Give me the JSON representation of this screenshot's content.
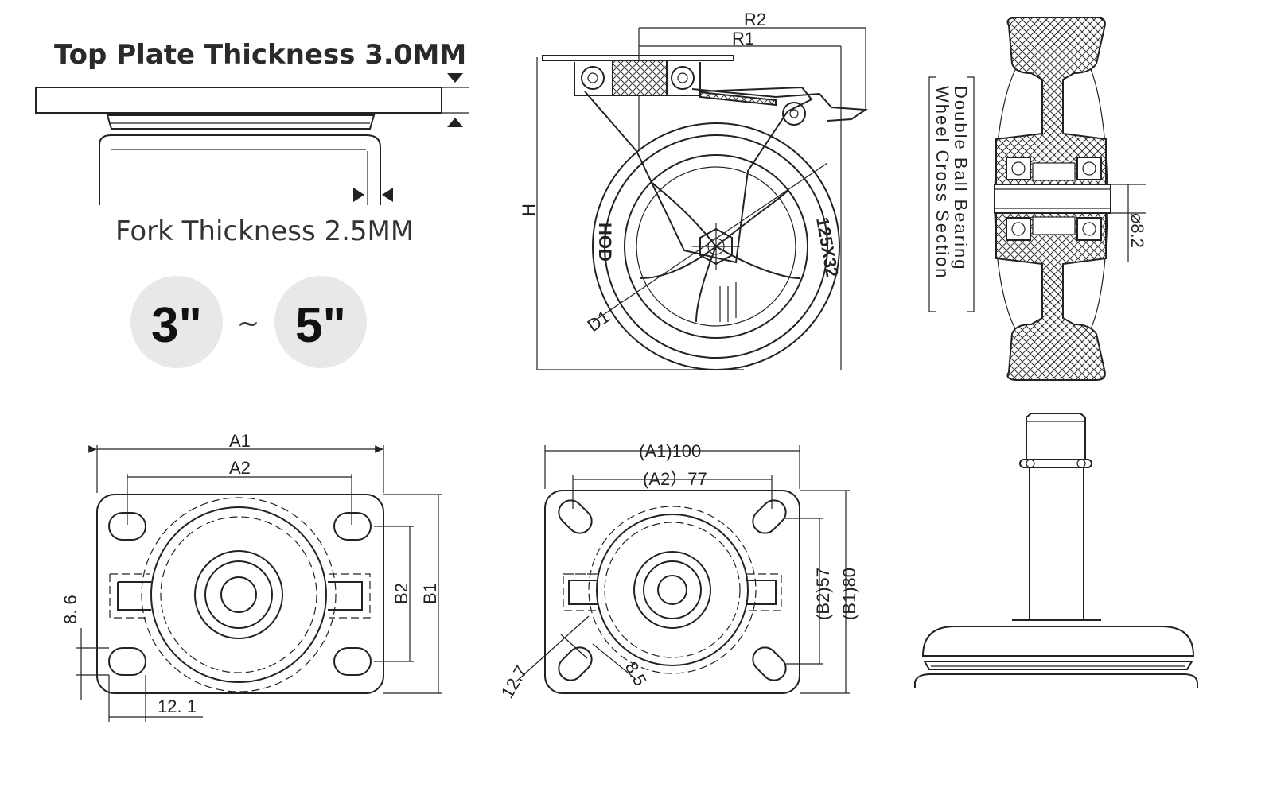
{
  "header": {
    "top_plate_label": "Top Plate Thickness 3.0MM",
    "fork_label": "Fork Thickness 2.5MM",
    "size_from": "3\"",
    "size_sep": "~",
    "size_to": "5\""
  },
  "side_view": {
    "r2": "R2",
    "r1": "R1",
    "h": "H",
    "d1": "D1",
    "brand": "HOD",
    "wheel_size": "125X32"
  },
  "section": {
    "caption_line1": "Double Ball Bearing",
    "caption_line2": "Wheel Cross Section",
    "axle_dia": "⌀8.2"
  },
  "plate_generic": {
    "a1": "A1",
    "a2": "A2",
    "b1": "B1",
    "b2": "B2",
    "slot_w": "8. 6",
    "slot_l": "12. 1"
  },
  "plate_metric": {
    "a1": "(A1)100",
    "a2": "(A2）77",
    "b1": "(B1)80",
    "b2": "(B2)57",
    "slot_l": "12.7",
    "slot_w": "8.5"
  },
  "colors": {
    "line": "#222222",
    "badge": "#e8e8e8"
  }
}
